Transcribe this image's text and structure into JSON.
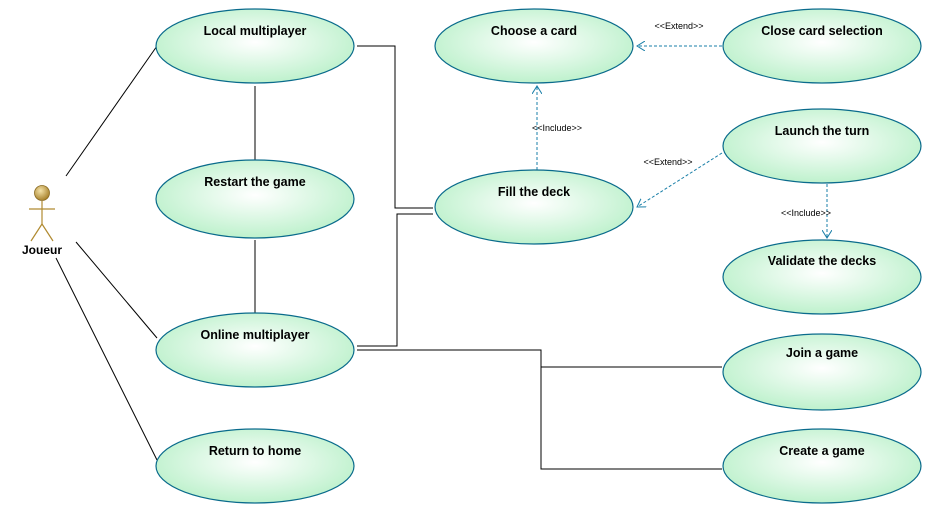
{
  "actor": {
    "name": "Joueur"
  },
  "use_cases": {
    "local_multiplayer": "Local multiplayer",
    "restart_game": "Restart the game",
    "online_multiplayer": "Online multiplayer",
    "return_home": "Return to home",
    "choose_card": "Choose a card",
    "close_card_selection": "Close card selection",
    "fill_deck": "Fill the deck",
    "launch_turn": "Launch the turn",
    "validate_decks": "Validate the decks",
    "join_game": "Join a game",
    "create_game": "Create a game"
  },
  "stereotypes": {
    "extend_close_to_choose": "<<Extend>>",
    "include_fill_to_choose": "<<Include>>",
    "extend_launch_to_fill": "<<Extend>>",
    "include_launch_to_validate": "<<Include>>"
  },
  "colors": {
    "usecase_fill_center": "#ffffff",
    "usecase_fill_edge": "#b8f0c8",
    "usecase_stroke": "#0a6b8c",
    "dependency_line": "#1a7fa8",
    "association_line": "#000000",
    "actor_head": "#c8a040"
  }
}
